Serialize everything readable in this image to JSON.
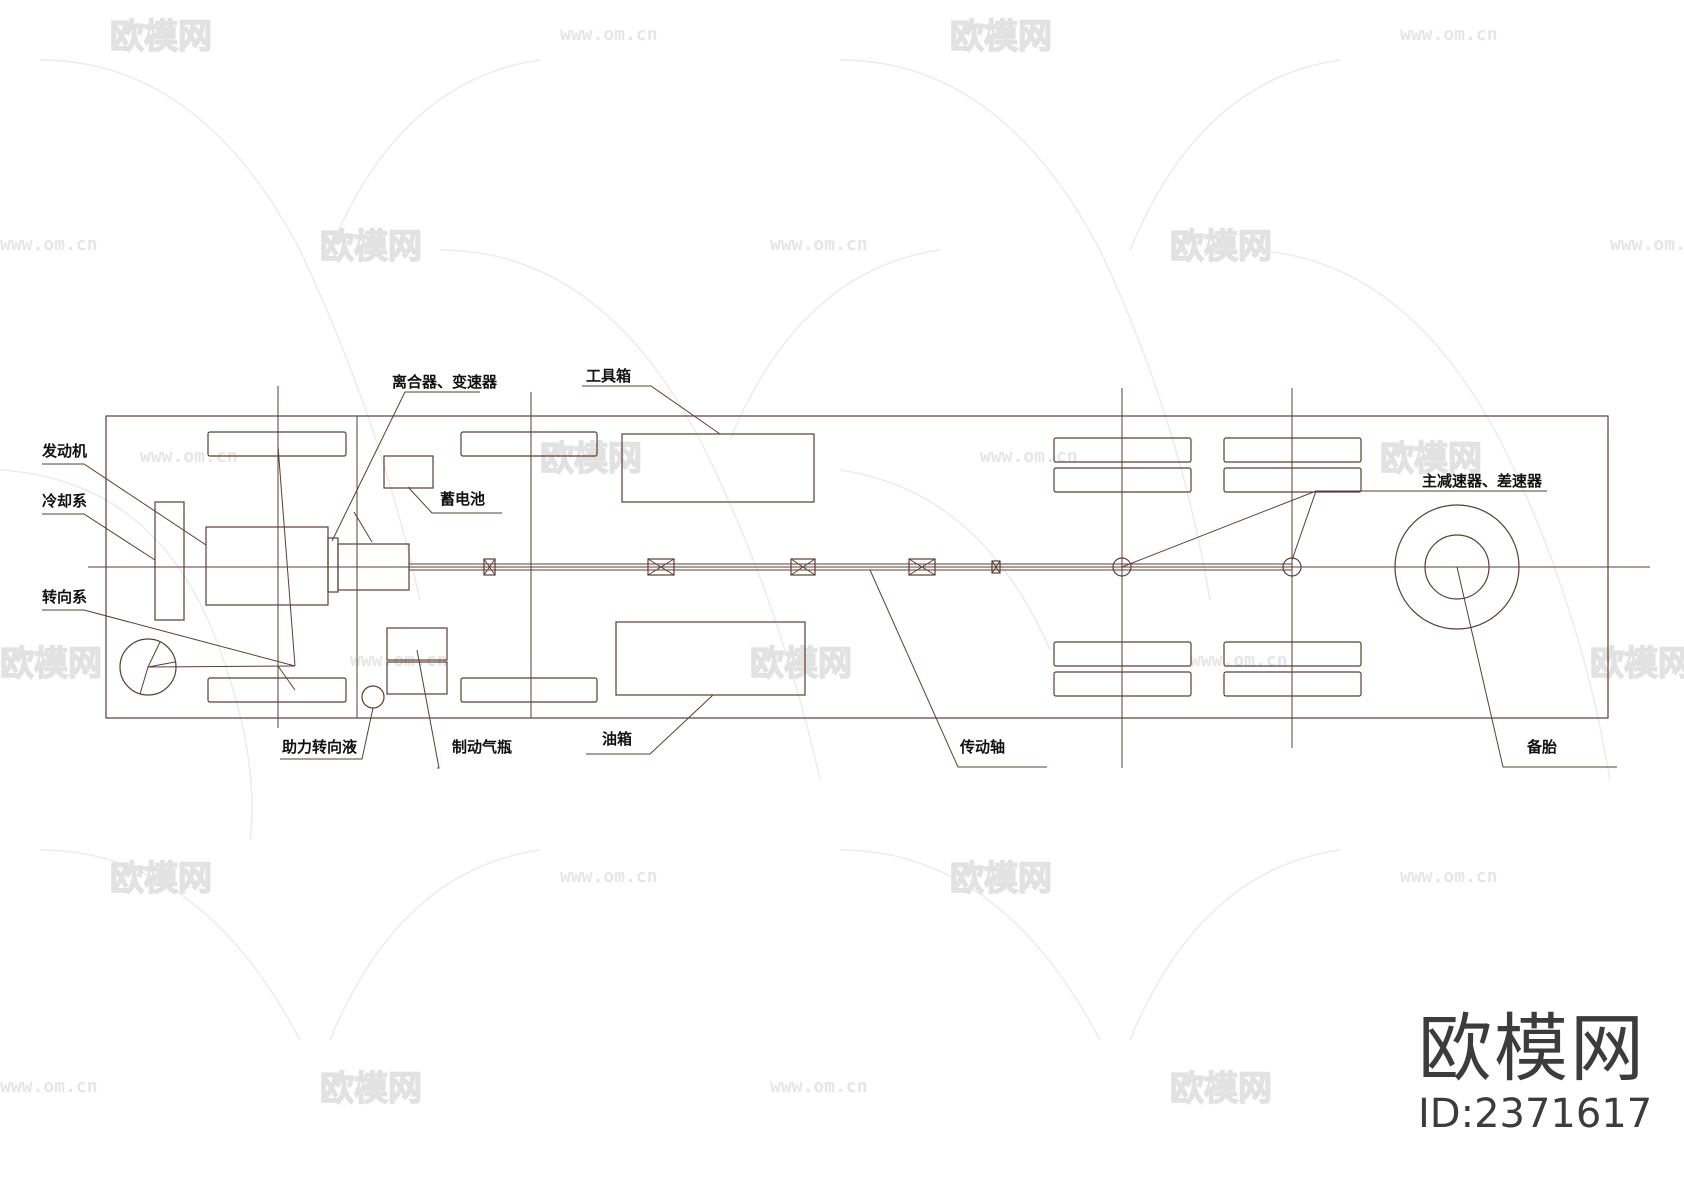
{
  "watermark": {
    "brand_text": "欧模网",
    "url_text": "www.om.cn",
    "id_text": "ID:2371617"
  },
  "labels": {
    "engine": "发动机",
    "cooling": "冷却系",
    "steering": "转向系",
    "clutch_gearbox": "离合器、变速器",
    "battery": "蓄电池",
    "toolbox": "工具箱",
    "final_drive": "主减速器、差速器",
    "power_steering_fluid": "助力转向液",
    "brake_air_tank": "制动气瓶",
    "fuel_tank": "油箱",
    "drive_shaft": "传动轴",
    "spare_tire": "备胎"
  },
  "colors": {
    "line": "#5a3e34",
    "text": "#111111",
    "watermark": "#e2e2e2"
  }
}
